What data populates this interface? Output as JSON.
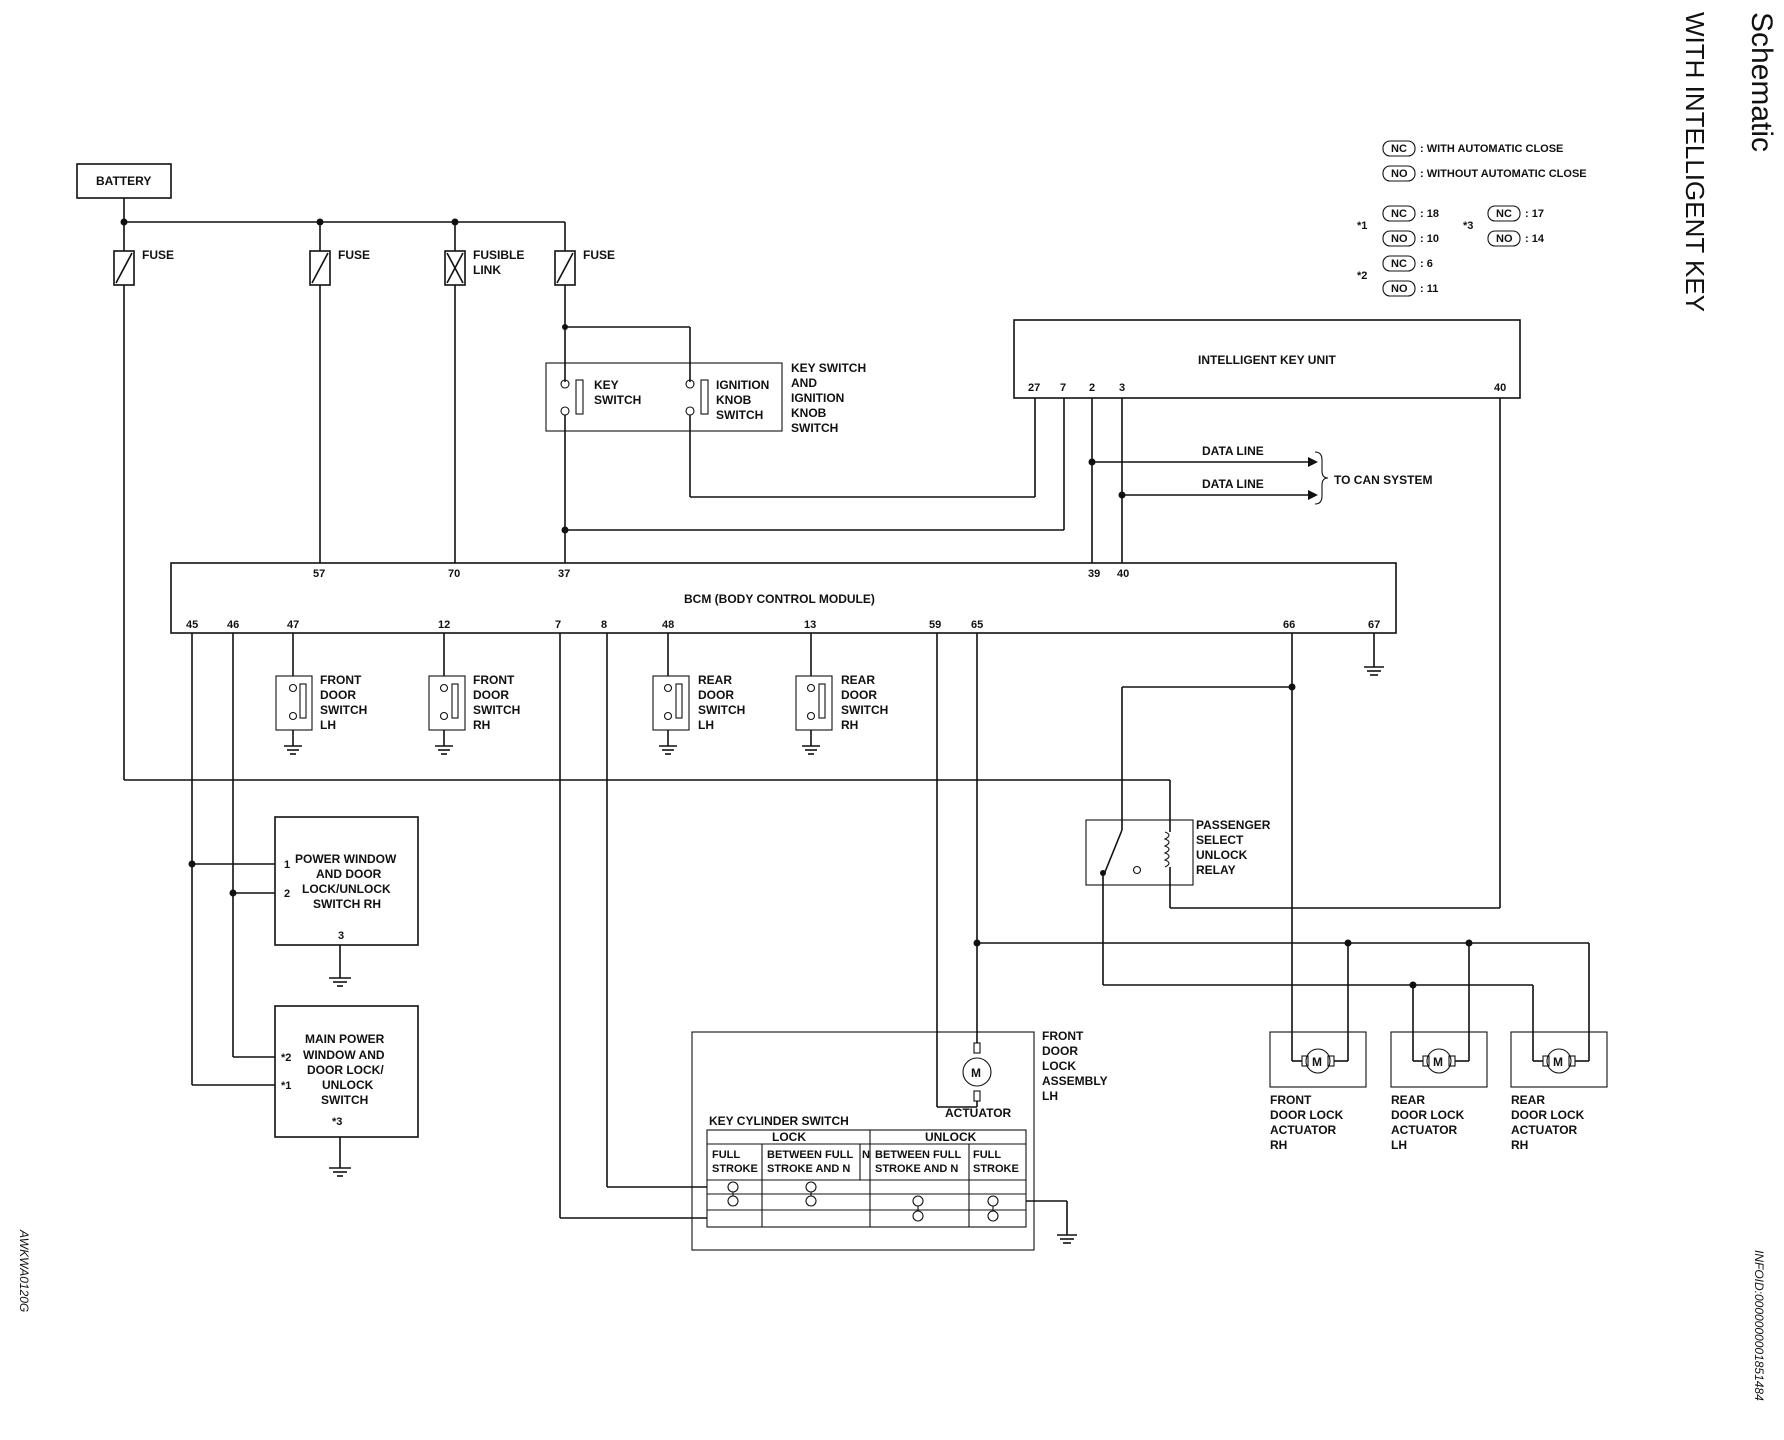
{
  "page": {
    "title": "Schematic",
    "subtitle": "WITH INTELLIGENT KEY",
    "figure_id": "AWKWA0120G",
    "info_id": "INFOID:0000000001851484"
  },
  "legend": {
    "nc_badge": "NC",
    "no_badge": "NO",
    "nc_text": ": WITH AUTOMATIC CLOSE",
    "no_text": ": WITHOUT AUTOMATIC CLOSE",
    "star1": "*1",
    "star2": "*2",
    "star3": "*3",
    "s1_nc": ": 18",
    "s1_no": ": 10",
    "s2_nc": ": 6",
    "s2_no": ": 11",
    "s3_nc": ": 17",
    "s3_no": ": 14"
  },
  "components": {
    "battery": "BATTERY",
    "fuse": "FUSE",
    "fusible_link_1": "FUSIBLE",
    "fusible_link_2": "LINK",
    "key_switch_1": "KEY",
    "key_switch_2": "SWITCH",
    "ign_knob_1": "IGNITION",
    "ign_knob_2": "KNOB",
    "ign_knob_3": "SWITCH",
    "ksw_title": [
      "KEY SWITCH",
      "AND",
      "IGNITION",
      "KNOB",
      "SWITCH"
    ],
    "iku": "INTELLIGENT KEY UNIT",
    "bcm": "BCM (BODY CONTROL MODULE)",
    "data_line": "DATA LINE",
    "to_can": "TO CAN SYSTEM",
    "front_door_switch_lh": [
      "FRONT",
      "DOOR",
      "SWITCH",
      "LH"
    ],
    "front_door_switch_rh": [
      "FRONT",
      "DOOR",
      "SWITCH",
      "RH"
    ],
    "rear_door_switch_lh": [
      "REAR",
      "DOOR",
      "SWITCH",
      "LH"
    ],
    "rear_door_switch_rh": [
      "REAR",
      "DOOR",
      "SWITCH",
      "RH"
    ],
    "relay": [
      "PASSENGER",
      "SELECT",
      "UNLOCK",
      "RELAY"
    ],
    "pw_switch_rh": [
      "POWER WINDOW",
      "AND DOOR",
      "LOCK/UNLOCK",
      "SWITCH RH"
    ],
    "main_pw_switch": [
      "MAIN POWER",
      "WINDOW AND",
      "DOOR LOCK/",
      "UNLOCK",
      "SWITCH"
    ],
    "front_door_lock_lh": [
      "FRONT",
      "DOOR",
      "LOCK",
      "ASSEMBLY",
      "LH"
    ],
    "actuator": "ACTUATOR",
    "motor": "M",
    "front_actuator_rh": [
      "FRONT",
      "DOOR LOCK",
      "ACTUATOR",
      "RH"
    ],
    "rear_actuator_lh": [
      "REAR",
      "DOOR LOCK",
      "ACTUATOR",
      "LH"
    ],
    "rear_actuator_rh": [
      "REAR",
      "DOOR LOCK",
      "ACTUATOR",
      "RH"
    ]
  },
  "key_cylinder": {
    "title": "KEY CYLINDER SWITCH",
    "lock": "LOCK",
    "unlock": "UNLOCK",
    "col1": [
      "FULL",
      "STROKE"
    ],
    "col2": [
      "BETWEEN FULL",
      "STROKE AND N"
    ],
    "col_n": "N",
    "col3": [
      "BETWEEN FULL",
      "STROKE AND N"
    ],
    "col4": [
      "FULL",
      "STROKE"
    ]
  },
  "pins": {
    "iku": [
      "27",
      "7",
      "2",
      "3",
      "40"
    ],
    "bcm_top": [
      "57",
      "70",
      "37",
      "39",
      "40"
    ],
    "bcm_bottom": [
      "45",
      "46",
      "47",
      "12",
      "7",
      "8",
      "48",
      "13",
      "59",
      "65",
      "66",
      "67"
    ],
    "pw_rh": [
      "1",
      "2",
      "3"
    ],
    "main_pw": [
      "*2",
      "*1",
      "*3"
    ]
  }
}
